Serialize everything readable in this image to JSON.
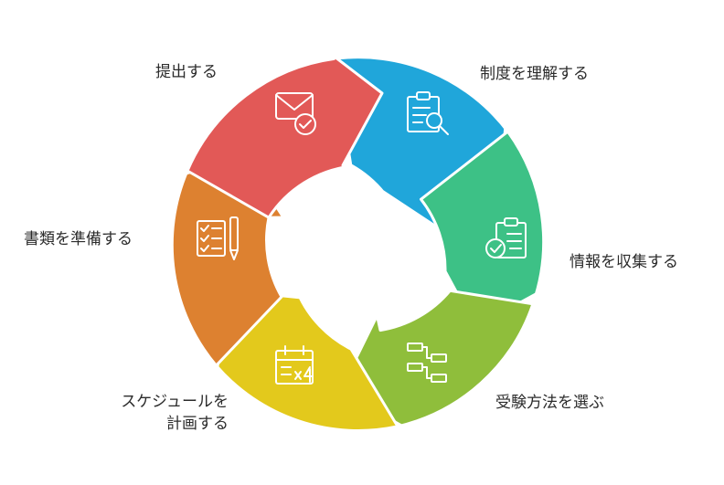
{
  "steps": [
    {
      "label": "制度を理解する",
      "color": "#20a6da",
      "icon": "clipboard-search-icon"
    },
    {
      "label": "情報を収集する",
      "color": "#3dc186",
      "icon": "clipboard-check-icon"
    },
    {
      "label": "受験方法を選ぶ",
      "color": "#8fbe3b",
      "icon": "flowchart-icon"
    },
    {
      "label_line1": "スケジュールを",
      "label_line2": "計画する",
      "color": "#e3c91c",
      "icon": "calendar-x4-icon"
    },
    {
      "label": "書類を準備する",
      "color": "#dd8130",
      "icon": "checklist-pen-icon"
    },
    {
      "label": "提出する",
      "color": "#e25957",
      "icon": "mail-check-icon"
    }
  ]
}
